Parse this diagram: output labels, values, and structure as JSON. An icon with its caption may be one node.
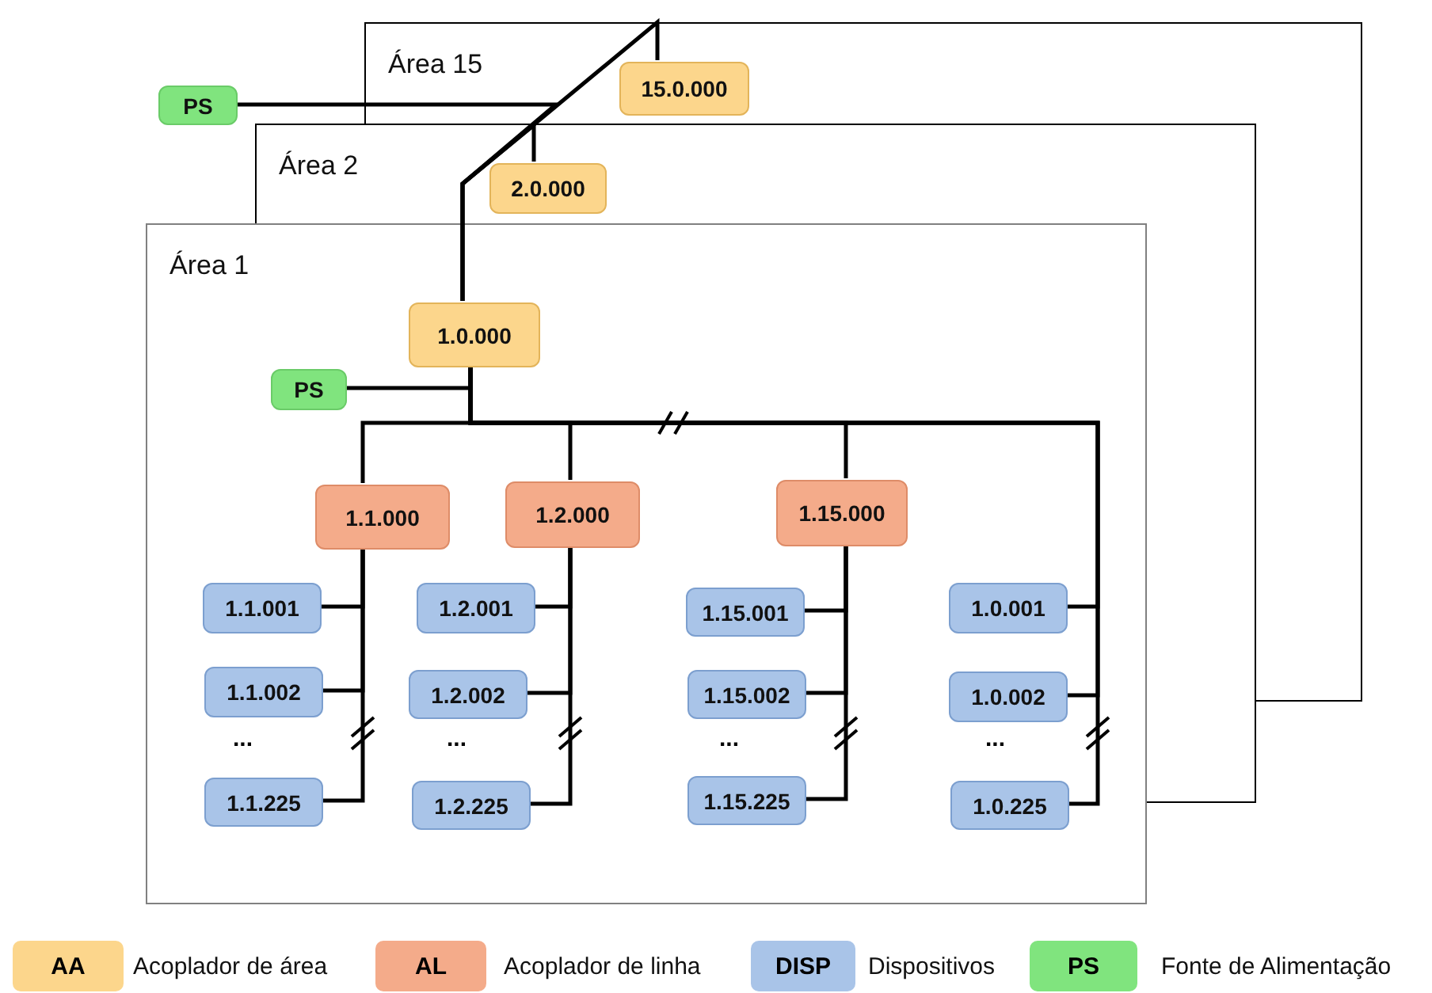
{
  "diagram": {
    "nodes": [
      {
        "text": [
          "Área 15"
        ]
      },
      {
        "text": [
          "15.0.000"
        ],
        "in": 0
      },
      {
        "text": [
          "PS"
        ]
      },
      {
        "text": [
          "Área 2"
        ]
      },
      {
        "text": [
          "2.0.000"
        ],
        "in": 3
      },
      {
        "text": [
          "Área 1"
        ]
      },
      {
        "text": [
          "1.0.000"
        ],
        "in": 5
      },
      {
        "text": [
          "PS"
        ],
        "in": 5
      },
      {
        "text": [
          "1.1.000"
        ],
        "in": 5
      },
      {
        "text": [
          "1.2.000"
        ],
        "in": 5
      },
      {
        "text": [
          "1.15.000"
        ],
        "in": 5
      },
      {
        "text": [
          "1.1.001"
        ],
        "in": 5
      },
      {
        "text": [
          "1.1.002"
        ],
        "in": 5
      },
      {
        "text": [
          "1.1.225"
        ],
        "in": 5
      },
      {
        "text": [
          "1.2.001"
        ],
        "in": 5
      },
      {
        "text": [
          "1.2.002"
        ],
        "in": 5
      },
      {
        "text": [
          "1.2.225"
        ],
        "in": 5
      },
      {
        "text": [
          "1.15.001"
        ],
        "in": 5
      },
      {
        "text": [
          "1.15.002"
        ],
        "in": 5
      },
      {
        "text": [
          "1.15.225"
        ],
        "in": 5
      },
      {
        "text": [
          "1.0.001"
        ],
        "in": 5
      },
      {
        "text": [
          "1.0.002"
        ],
        "in": 5
      },
      {
        "text": [
          "1.0.225"
        ],
        "in": 5
      }
    ],
    "edges": [
      {
        "from": 1,
        "to": 6,
        "arrow": "none"
      },
      {
        "from": 4,
        "to": 6,
        "arrow": "none"
      },
      {
        "from": 2,
        "to": 6,
        "arrow": "none"
      },
      {
        "from": 7,
        "to": 6,
        "arrow": "none"
      },
      {
        "from": 6,
        "to": 8,
        "arrow": "none"
      },
      {
        "from": 6,
        "to": 9,
        "arrow": "none"
      },
      {
        "from": 6,
        "to": 10,
        "arrow": "none"
      },
      {
        "from": 6,
        "to": 20,
        "arrow": "none"
      },
      {
        "from": 6,
        "to": 21,
        "arrow": "none"
      },
      {
        "from": 6,
        "to": 22,
        "arrow": "none"
      },
      {
        "from": 8,
        "to": 11,
        "arrow": "none"
      },
      {
        "from": 8,
        "to": 12,
        "arrow": "none"
      },
      {
        "from": 8,
        "to": 13,
        "arrow": "none"
      },
      {
        "from": 9,
        "to": 14,
        "arrow": "none"
      },
      {
        "from": 9,
        "to": 15,
        "arrow": "none"
      },
      {
        "from": 9,
        "to": 16,
        "arrow": "none"
      },
      {
        "from": 10,
        "to": 17,
        "arrow": "none"
      },
      {
        "from": 10,
        "to": 18,
        "arrow": "none"
      },
      {
        "from": 10,
        "to": 19,
        "arrow": "none"
      }
    ],
    "labels": [
      "...",
      "...",
      "...",
      "...",
      "AA",
      "AL",
      "DISP",
      "PS"
    ],
    "legend": [
      {
        "text": "Acoplador de área",
        "color": "#fcd68c"
      },
      {
        "text": "Acoplador de linha",
        "color": "#f4ab8a"
      },
      {
        "text": "Dispositivos",
        "color": "#a9c4e8"
      },
      {
        "text": "Fonte de Alimentação",
        "color": "#80e47e"
      }
    ]
  }
}
